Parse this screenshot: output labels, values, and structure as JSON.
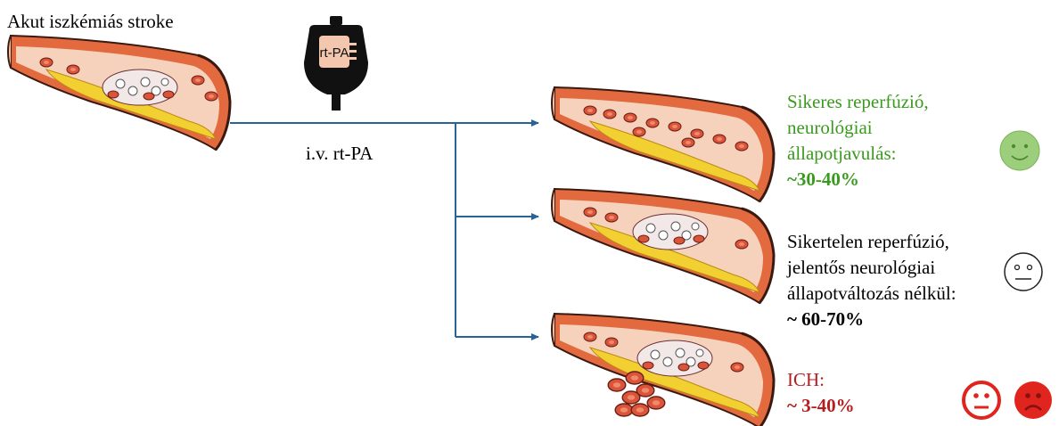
{
  "title": "Akut iszkémiás stroke",
  "bag_label": "rt-PA",
  "route_label": "i.v. rt-PA",
  "outcomes": {
    "success": {
      "lines": [
        "Sikeres reperfúzió,",
        "neurológiai",
        "állapotjavulás:"
      ],
      "percent": "~30-40%",
      "color": "#3a9a1e",
      "face": "smiling-face-icon"
    },
    "fail": {
      "lines": [
        "Sikertelen reperfúzió,",
        "jelentős neurológiai",
        "állapotváltozás nélkül:"
      ],
      "percent": "~ 60-70%",
      "color": "#000000",
      "face": "neutral-face-icon"
    },
    "ich": {
      "lines": [
        "ICH:"
      ],
      "percent": "~ 3-40%",
      "color": "#b41e1e",
      "faces": [
        "neutral-face-icon",
        "sad-face-icon"
      ]
    }
  },
  "colors": {
    "arrow": "#2a6496",
    "vessel_wall": "#e36a3e",
    "lumen": "#f6d2bd",
    "plaque": "#f2d031",
    "smiley_green": "#9cce7c",
    "face_red": "#e0241e"
  }
}
